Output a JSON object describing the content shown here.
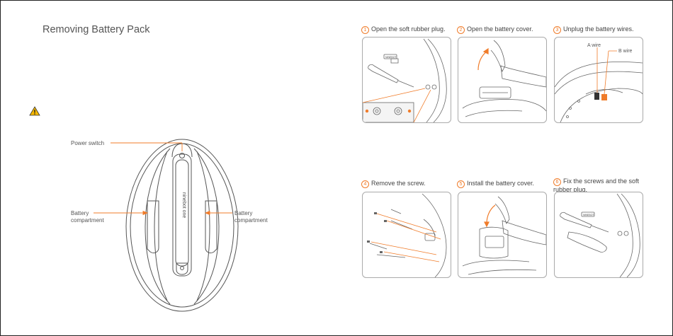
{
  "page": {
    "title": "Removing Battery Pack"
  },
  "diagram": {
    "power_switch": "Power switch",
    "battery_left": [
      "Battery",
      "compartment"
    ],
    "battery_right": [
      "Battery",
      "compartment"
    ],
    "brand_text": "ninebot one",
    "a_wire": "A wire",
    "b_wire": "B wire"
  },
  "steps": [
    {
      "num": "1",
      "text": "Open the soft rubber plug."
    },
    {
      "num": "2",
      "text": "Open the battery cover."
    },
    {
      "num": "3",
      "text": "Unplug the battery wires."
    },
    {
      "num": "4",
      "text": "Remove the screw."
    },
    {
      "num": "5",
      "text": "Install the battery cover."
    },
    {
      "num": "6",
      "text": "Fix the screws and the soft rubber plug."
    }
  ],
  "colors": {
    "accent": "#f07c2a",
    "line": "#555555"
  },
  "icons": {
    "warning": "warning-triangle-icon"
  }
}
